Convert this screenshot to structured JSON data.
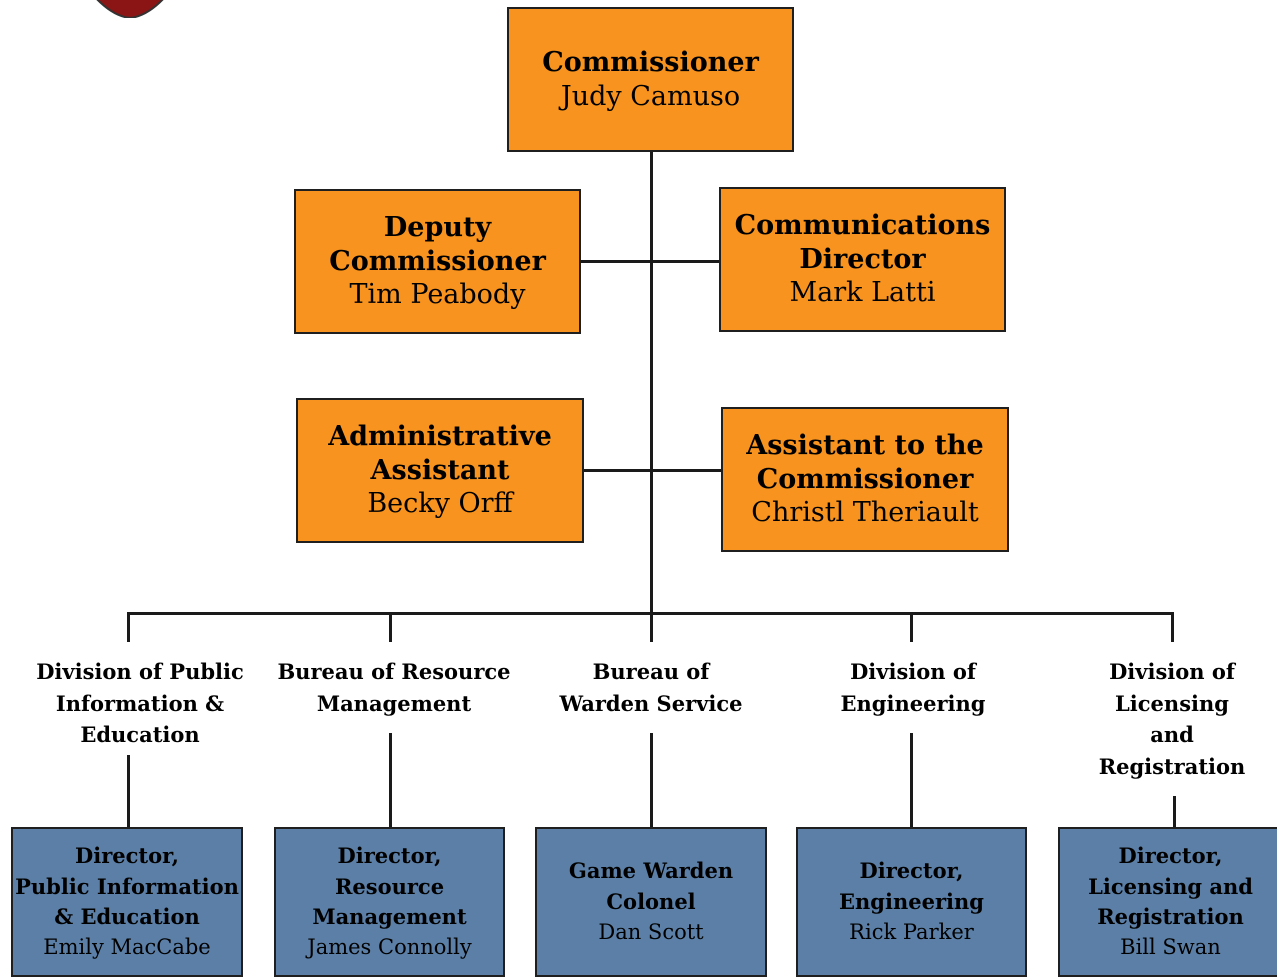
{
  "colors": {
    "leadership": "#f7931e",
    "directors": "#5b7fa6",
    "line": "#1a1a1a"
  },
  "commissioner": {
    "title": "Commissioner",
    "name": "Judy Camuso"
  },
  "deputy": {
    "title_1": "Deputy",
    "title_2": "Commissioner",
    "name": "Tim Peabody"
  },
  "communications": {
    "title_1": "Communications",
    "title_2": "Director",
    "name": "Mark Latti"
  },
  "admin": {
    "title_1": "Administrative",
    "title_2": "Assistant",
    "name": "Becky Orff"
  },
  "assistant": {
    "title_1": "Assistant to the",
    "title_2": "Commissioner",
    "name": "Christl Theriault"
  },
  "divisions": [
    {
      "label_lines": [
        "Division of Public",
        "Information &",
        "Education"
      ],
      "director_lines": [
        "Director,",
        "Public Information",
        "& Education"
      ],
      "name": "Emily MacCabe"
    },
    {
      "label_lines": [
        "Bureau of Resource",
        "Management"
      ],
      "director_lines": [
        "Director,",
        "Resource",
        "Management"
      ],
      "name": "James Connolly"
    },
    {
      "label_lines": [
        "Bureau of",
        "Warden Service"
      ],
      "director_lines": [
        "Game Warden",
        "Colonel"
      ],
      "name": "Dan Scott"
    },
    {
      "label_lines": [
        "Division of",
        "Engineering"
      ],
      "director_lines": [
        "Director,",
        "Engineering"
      ],
      "name": "Rick Parker"
    },
    {
      "label_lines": [
        "Division of",
        "Licensing",
        "and",
        "Registration"
      ],
      "director_lines": [
        "Director,",
        "Licensing and",
        "Registration"
      ],
      "name": "Bill Swan"
    }
  ]
}
